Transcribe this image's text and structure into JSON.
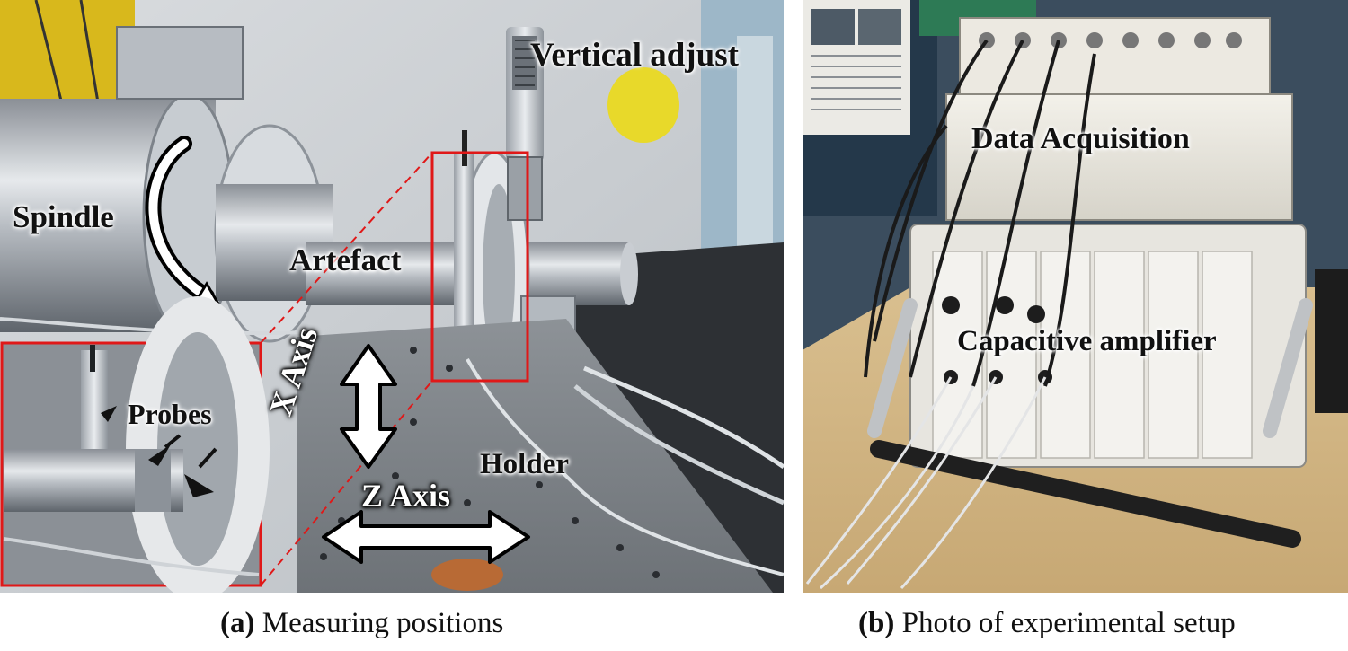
{
  "panel_a": {
    "labels": {
      "vertical_adjust": "Vertical adjust",
      "spindle": "Spindle",
      "artefact": "Artefact",
      "probes": "Probes",
      "x_axis": "X Axis",
      "z_axis": "Z Axis",
      "holder": "Holder"
    },
    "caption_tag": "(a)",
    "caption_text": "Measuring positions"
  },
  "panel_b": {
    "labels": {
      "data_acquisition": "Data Acquisition",
      "capacitive_amplifier": "Capacitive amplifier"
    },
    "caption_tag": "(b)",
    "caption_text": "Photo of experimental setup"
  },
  "colors": {
    "highlight_box": "#e01818",
    "arrow_fill": "#ffffff",
    "arrow_stroke": "#000000"
  }
}
